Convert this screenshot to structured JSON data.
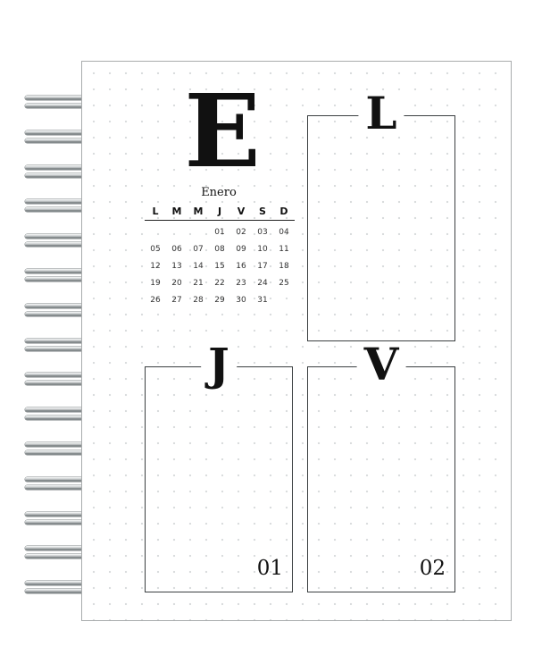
{
  "planner": {
    "month_initial": "E",
    "month_name": "Enero",
    "weekdays": [
      "L",
      "M",
      "M",
      "J",
      "V",
      "S",
      "D"
    ],
    "weeks": [
      [
        "",
        "",
        "",
        "01",
        "02",
        "03",
        "04"
      ],
      [
        "05",
        "06",
        "07",
        "08",
        "09",
        "10",
        "11"
      ],
      [
        "12",
        "13",
        "14",
        "15",
        "16",
        "17",
        "18"
      ],
      [
        "19",
        "20",
        "21",
        "22",
        "23",
        "24",
        "25"
      ],
      [
        "26",
        "27",
        "28",
        "29",
        "30",
        "31",
        ""
      ]
    ],
    "boxes": [
      {
        "id": "lunes",
        "label": "L",
        "number": ""
      },
      {
        "id": "jueves",
        "label": "J",
        "number": "01"
      },
      {
        "id": "viernes",
        "label": "V",
        "number": "02"
      }
    ]
  },
  "colors": {
    "ink": "#111111",
    "dot_grid": "#d6d9da",
    "page_border": "#a9acad",
    "binding": "#1f2324"
  },
  "binding": {
    "ring_count": 15,
    "icon": "spiral-binding-icon"
  }
}
